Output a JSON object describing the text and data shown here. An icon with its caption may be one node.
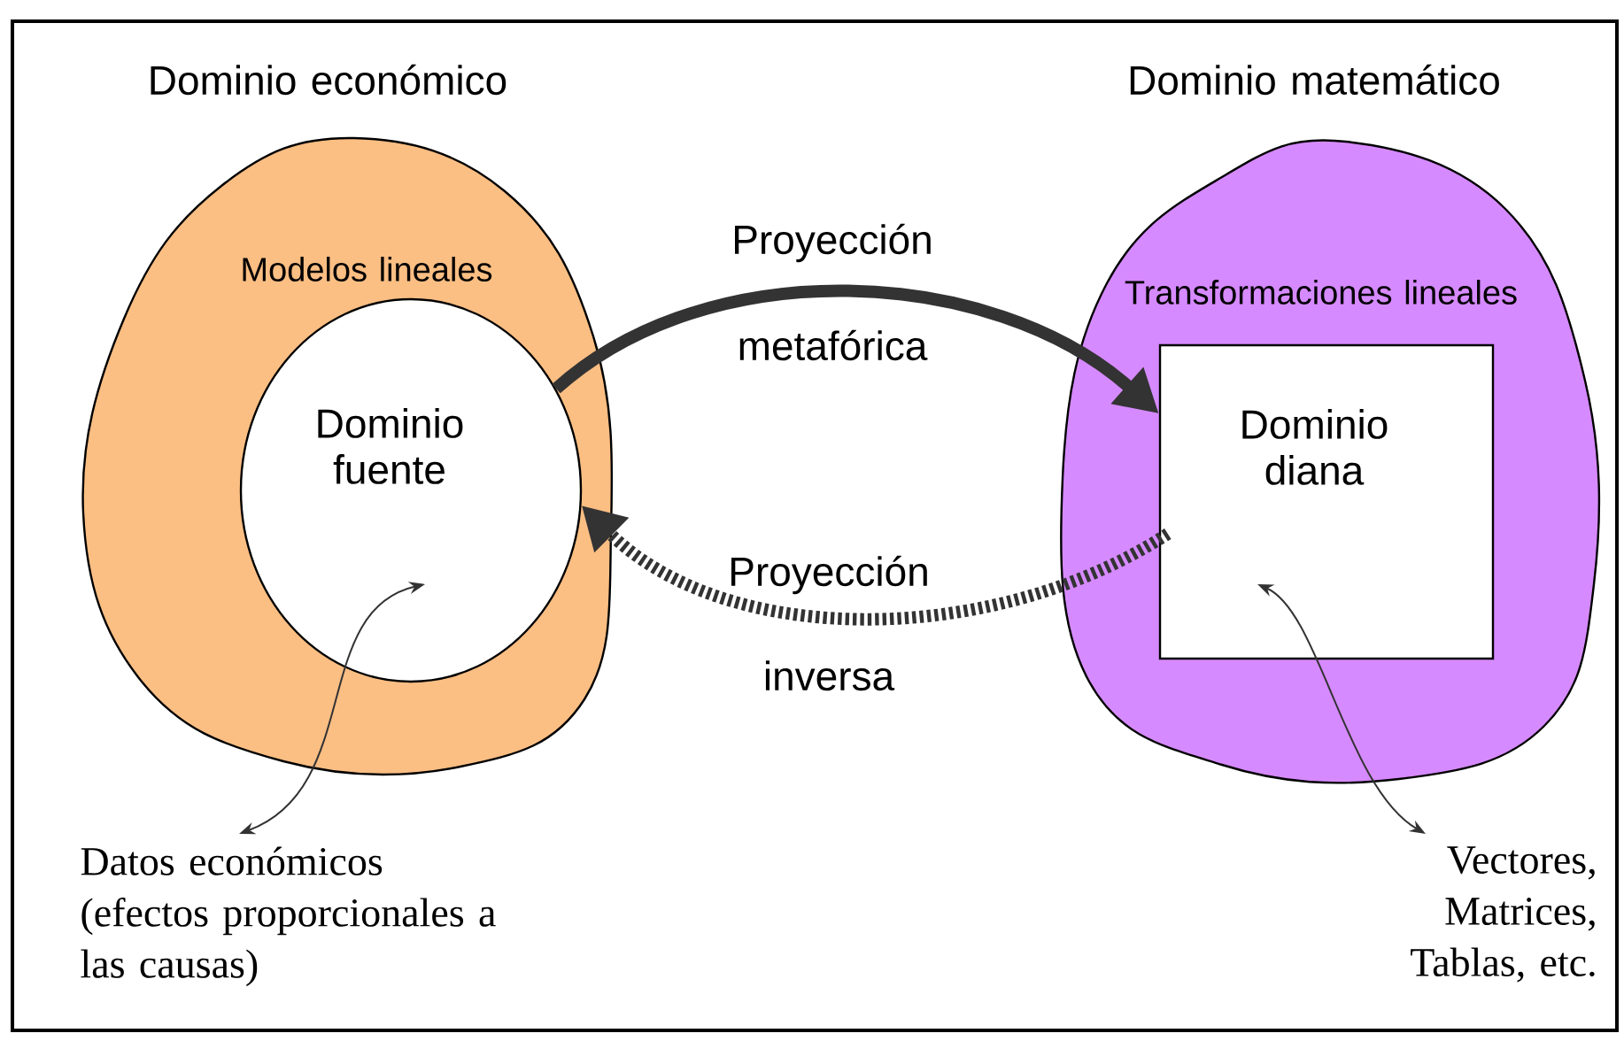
{
  "diagram": {
    "nodes": [
      {
        "text": [
          "Dominio económico",
          "Modelos lineales"
        ]
      },
      {
        "text": [
          "Dominio fuente"
        ],
        "in": 0
      },
      {
        "text": [
          "Dominio matemático",
          "Transformaciones lineales"
        ]
      },
      {
        "text": [
          "Dominio diana"
        ],
        "in": 2
      },
      {
        "text": [
          "Datos económicos (efectos proporcionales a las causas)"
        ]
      },
      {
        "text": [
          "Vectores, Matrices, Tablas, etc."
        ]
      }
    ],
    "edges": [
      {
        "from": 1,
        "to": 3,
        "arrow": "to",
        "label": "Proyección metafórica",
        "style": "thick"
      },
      {
        "from": 3,
        "to": 1,
        "arrow": "to",
        "label": "Proyección inversa",
        "style": "dashed"
      },
      {
        "from": 4,
        "to": 1,
        "arrow": "both"
      },
      {
        "from": 5,
        "to": 3,
        "arrow": "both"
      }
    ]
  }
}
